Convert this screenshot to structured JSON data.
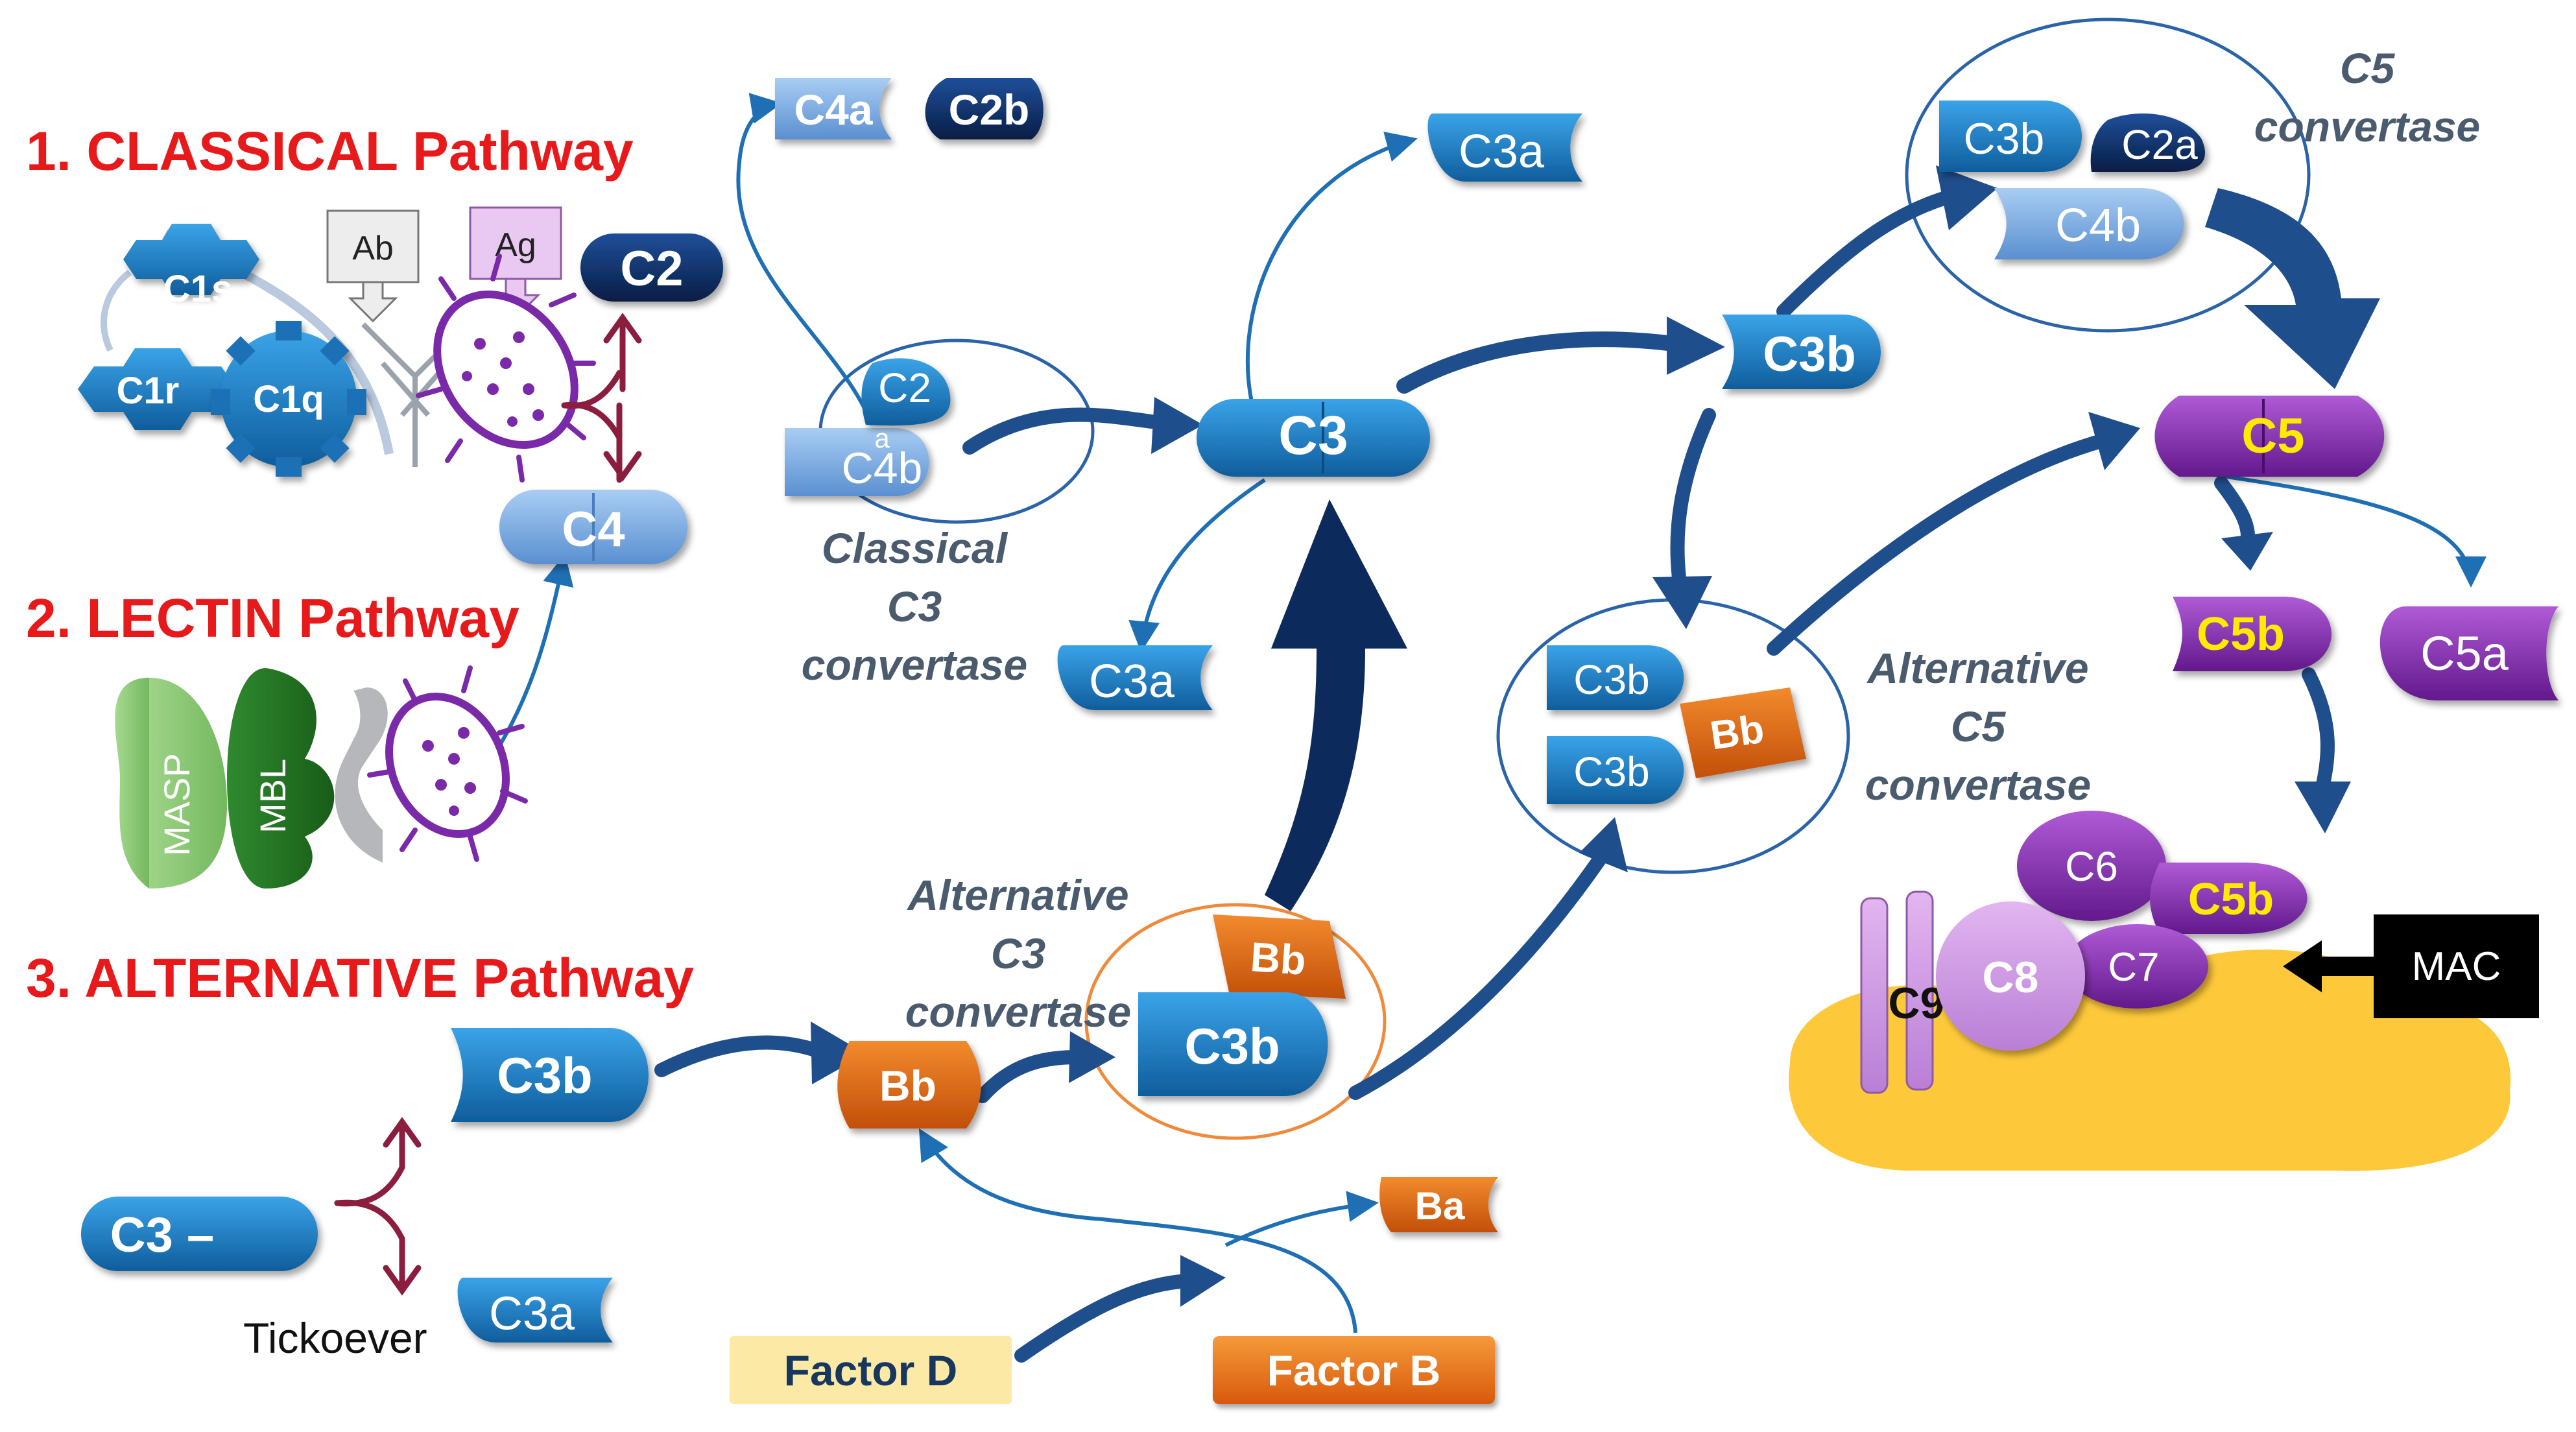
{
  "pathways": {
    "classical_title": "1. CLASSICAL Pathway",
    "lectin_title": "2. LECTIN Pathway",
    "alternative_title": "3. ALTERNATIVE Pathway"
  },
  "classical_components": {
    "c1s": "C1s",
    "c1r": "C1r",
    "c1q": "C1q",
    "ab": "Ab",
    "ag": "Ag",
    "c2": "C2",
    "c4": "C4"
  },
  "lectin_components": {
    "masp": "MASP",
    "mbl": "MBL"
  },
  "classical_c3_convertase": {
    "c2a_label": "C2",
    "c2a_sub": "a",
    "c4b_label": "C4b",
    "caption_line1": "Classical",
    "caption_line2": "C3",
    "caption_line3": "convertase"
  },
  "cleavage_products": {
    "c4a": "C4a",
    "c2b": "C2b",
    "c3a_top": "C3a",
    "c3a_mid": "C3a",
    "c3a_bottom": "C3a",
    "ba": "Ba",
    "c5a": "C5a"
  },
  "central": {
    "c3": "C3",
    "c3b_main": "C3b"
  },
  "alternative_c3_convertase": {
    "bb": "Bb",
    "c3b": "C3b",
    "caption_line1": "Alternative",
    "caption_line2": "C3",
    "caption_line3": "convertase"
  },
  "alternative_c5_convertase": {
    "c3b_top": "C3b",
    "c3b_bottom": "C3b",
    "bb": "Bb",
    "caption_line1": "Alternative",
    "caption_line2": "C5",
    "caption_line3": "convertase"
  },
  "classical_c5_convertase": {
    "c3b": "C3b",
    "c2a": "C2a",
    "c4b": "C4b",
    "caption_line1": "C5",
    "caption_line2": "convertase"
  },
  "alternative_start": {
    "c3_tickover": "C3 –",
    "tickover_label": "Tickoever",
    "c3b": "C3b",
    "bb": "Bb",
    "factor_d": "Factor D",
    "factor_b": "Factor B"
  },
  "terminal": {
    "c5": "C5",
    "c5b": "C5b",
    "c5b_mac": "C5b",
    "c6": "C6",
    "c7": "C7",
    "c8": "C8",
    "c9": "C9",
    "mac": "MAC"
  },
  "colors": {
    "blue": "#1a7cc4",
    "dark_navy": "#0d2a5c",
    "light_blue": "#7fb1e6",
    "orange": "#d9600e",
    "purple": "#7a2aa8",
    "yellow_text": "#ffea00",
    "title_red": "#e8191b",
    "membrane": "#fdc93a",
    "arrow": "#1f4e8c"
  }
}
